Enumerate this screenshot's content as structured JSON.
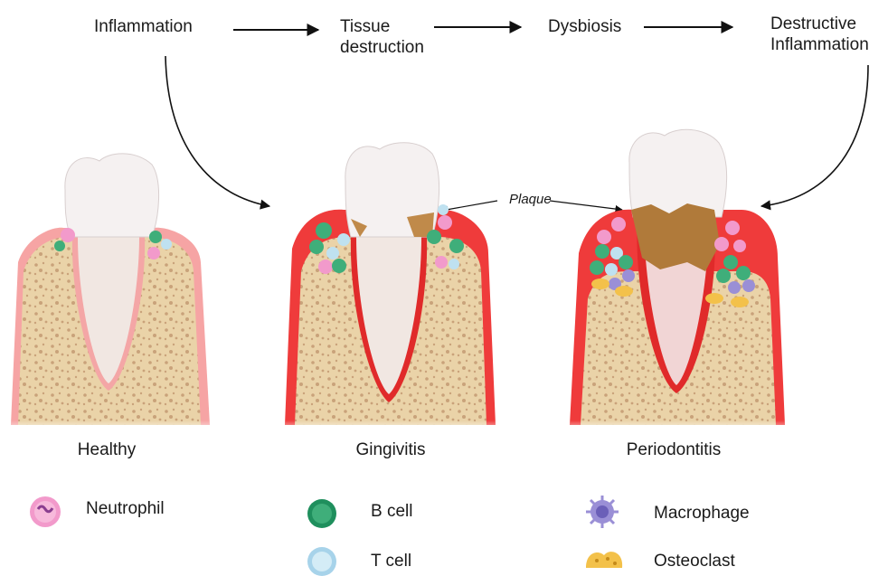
{
  "flow": {
    "step1": "Inflammation",
    "step2_line1": "Tissue",
    "step2_line2": "destruction",
    "step3": "Dysbiosis",
    "step4_line1": "Destructive",
    "step4_line2": "Inflammation"
  },
  "panels": {
    "healthy": "Healthy",
    "gingivitis": "Gingivitis",
    "periodontitis": "Periodontitis"
  },
  "annotation": {
    "plaque": "Plaque"
  },
  "legend": {
    "neutrophil": "Neutrophil",
    "b_cell": "B cell",
    "t_cell": "T cell",
    "macrophage": "Macrophage",
    "osteoclast": "Osteoclast"
  },
  "colors": {
    "gum": "#ef3b3b",
    "gum_light": "#f6a4a4",
    "bone": "#e8cfa3",
    "tooth": "#f4eeee",
    "neutrophil": "#f29acb",
    "b_cell": "#3fae7a",
    "t_cell": "#bfe1f0",
    "macrophage": "#9a8fd6",
    "osteoclast": "#f3c14a",
    "plaque": "#b07a3a"
  }
}
